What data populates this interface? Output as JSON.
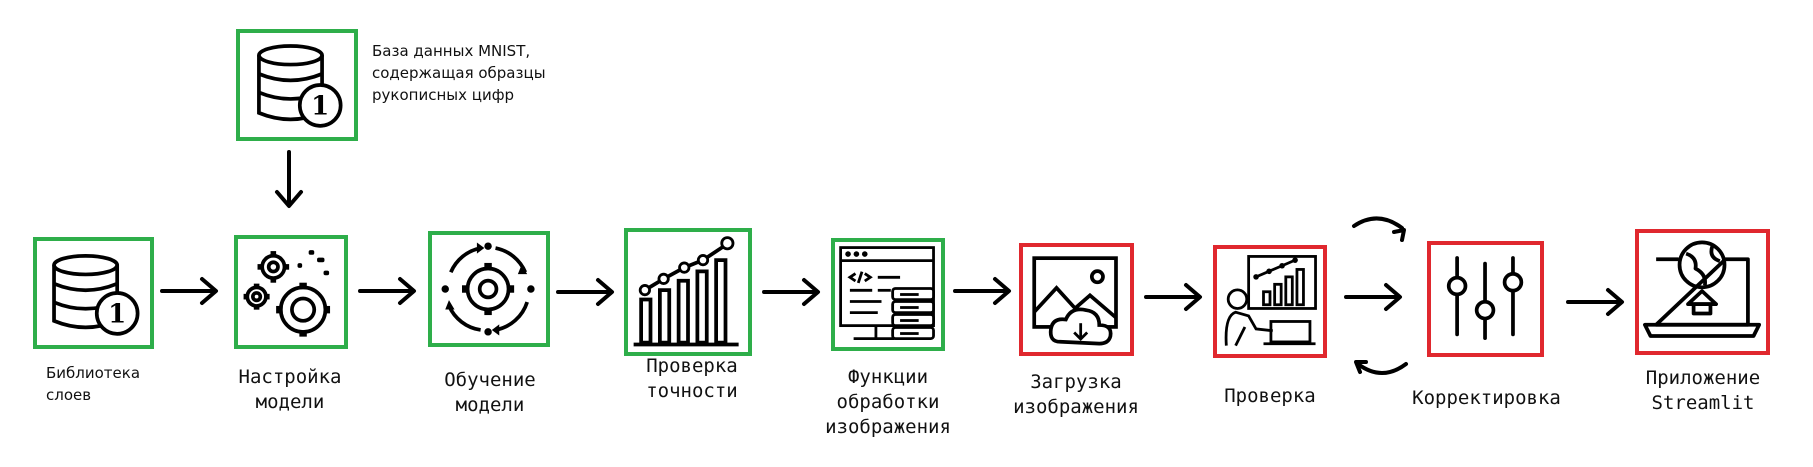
{
  "diagram": {
    "db_note": "База данных MNIST,\nсодержащая образцы\nрукописных цифр",
    "nodes": [
      {
        "id": "layers_lib",
        "label": "Библиотека\nслоев",
        "status": "done"
      },
      {
        "id": "model_setup",
        "label": "Настройка\nмодели",
        "status": "done"
      },
      {
        "id": "model_training",
        "label": "Обучение\nмодели",
        "status": "done"
      },
      {
        "id": "accuracy_check",
        "label": "Проверка\nточности",
        "status": "done"
      },
      {
        "id": "image_functions",
        "label": "Функции\nобработки\nизображения",
        "status": "done"
      },
      {
        "id": "image_upload",
        "label": "Загрузка\nизображения",
        "status": "todo"
      },
      {
        "id": "check",
        "label": "Проверка",
        "status": "todo"
      },
      {
        "id": "correction",
        "label": "Корректировка",
        "status": "todo"
      },
      {
        "id": "streamlit_app",
        "label": "Приложение\nStreamlit",
        "status": "todo"
      }
    ],
    "colors": {
      "done": "#2eae4a",
      "todo": "#e0282e"
    }
  }
}
